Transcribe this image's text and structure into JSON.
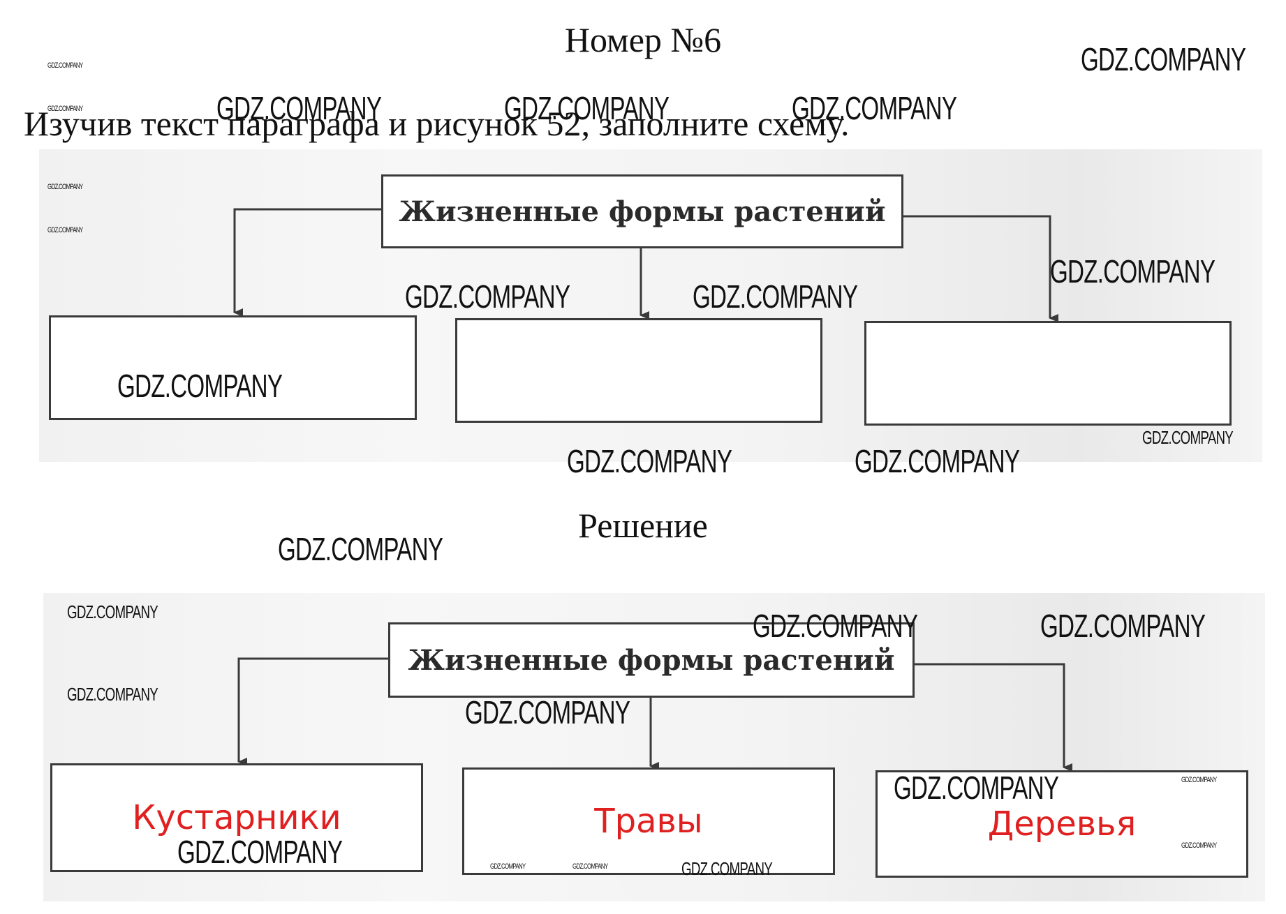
{
  "heading": "Номер №6",
  "task": "Изучив текст параграфа и рисунок 52, заполните схему.",
  "solution_heading": "Решение",
  "diagram_question": {
    "root": "Жизненные формы растений",
    "children": [
      "",
      "",
      ""
    ]
  },
  "diagram_solution": {
    "root": "Жизненные формы растений",
    "children": [
      "Кустарники",
      "Травы",
      "Деревья"
    ]
  },
  "watermark": "GDZ.COMPANY",
  "colors": {
    "answer": "#e02020",
    "box_border": "#3a3a3a"
  }
}
